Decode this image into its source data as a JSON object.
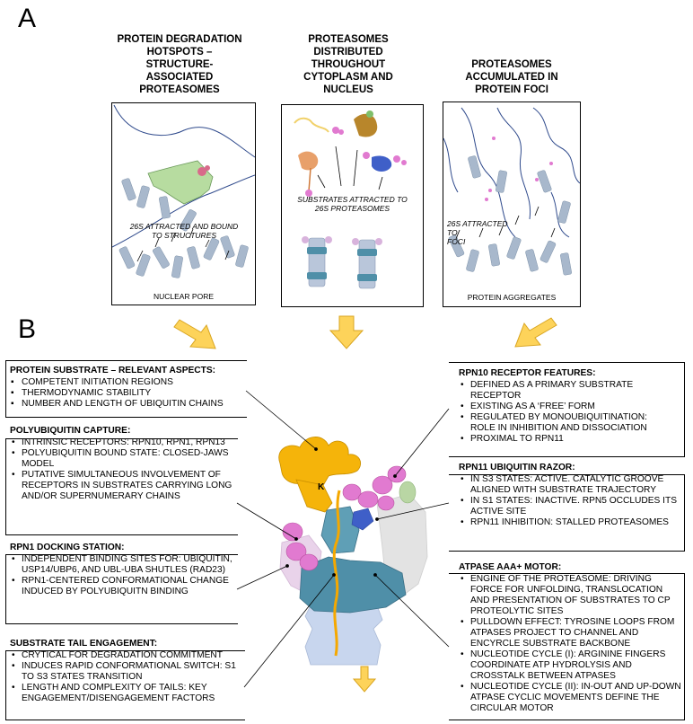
{
  "panel_a": {
    "letter": "A",
    "titles": {
      "left": [
        "PROTEIN DEGRADATION",
        "HOTSPOTS –",
        "STRUCTURE-",
        "ASSOCIATED",
        "PROTEASOMES"
      ],
      "middle": [
        "PROTEASOMES",
        "DISTRIBUTED",
        "THROUGHOUT",
        "CYTOPLASM AND",
        "NUCLEUS"
      ],
      "right": [
        "PROTEASOMES",
        "ACCUMULATED IN",
        "PROTEIN FOCI"
      ]
    },
    "box_left": {
      "caption_mid": [
        "26S ATTRACTED  AND BOUND",
        "TO STRUCTURES"
      ],
      "caption_bottom": "NUCLEAR PORE"
    },
    "box_middle": {
      "caption_mid": [
        "SUBSTRATES ATTRACTED TO",
        "26S PROTEASOMES"
      ]
    },
    "box_right": {
      "caption_mid": [
        "26S ATTRACTED TO",
        "FOCI"
      ],
      "caption_bottom": "PROTEIN AGGREGATES"
    }
  },
  "panel_b": {
    "letter": "B",
    "k_label": "K",
    "left_sections": [
      {
        "title": "PROTEIN SUBSTRATE – RELEVANT ASPECTS:",
        "items": [
          "COMPETENT INITIATION REGIONS",
          "THERMODYNAMIC STABILITY",
          "NUMBER AND LENGTH OF UBIQUITIN CHAINS"
        ]
      },
      {
        "title": "POLYUBIQUITIN CAPTURE:",
        "items": [
          "INTRINSIC RECEPTORS: RPN10, RPN1, RPN13",
          "POLYUBIQUITIN BOUND STATE: CLOSED-JAWS MODEL",
          "PUTATIVE SIMULTANEOUS INVOLVEMENT OF RECEPTORS IN SUBSTRATES CARRYING LONG AND/OR SUPERNUMERARY CHAINS"
        ]
      },
      {
        "title": "RPN1 DOCKING STATION:",
        "items": [
          "INDEPENDENT BINDING SITES FOR: UBIQUITIN, USP14/UBP6, AND UBL-UBA SHUTLES (RAD23)",
          "RPN1-CENTERED CONFORMATIONAL CHANGE  INDUCED BY POLYUBIQUITN BINDING"
        ]
      },
      {
        "title": "SUBSTRATE TAIL ENGAGEMENT:",
        "items": [
          "CRYTICAL FOR DEGRADATION COMMITMENT",
          "INDUCES RAPID CONFORMATIONAL SWITCH: S1 TO S3 STATES TRANSITION",
          "LENGTH AND COMPLEXITY OF TAILS:  KEY ENGAGEMENT/DISENGAGEMENT FACTORS"
        ]
      }
    ],
    "right_sections": [
      {
        "title": "RPN10 RECEPTOR FEATURES:",
        "items": [
          "DEFINED AS A PRIMARY SUBSTRATE RECEPTOR",
          "EXISTING AS A ‘FREE’ FORM",
          "REGULATED BY MONOUBIQUITINATION: ROLE IN INHIBITION AND DISSOCIATION",
          "PROXIMAL TO RPN11"
        ]
      },
      {
        "title": "RPN11 UBIQUITIN RAZOR:",
        "items": [
          "IN S3 STATES: ACTIVE. CATALYTIC GROOVE ALIGNED WITH SUBSTRATE TRAJECTORY",
          "IN S1 STATES: INACTIVE.  RPN5 OCCLUDES ITS ACTIVE SITE",
          "RPN11 INHIBITION: STALLED PROTEASOMES"
        ]
      },
      {
        "title": "ATPASE AAA+ MOTOR:",
        "items": [
          "ENGINE OF THE PROTEASOME: DRIVING FORCE FOR UNFOLDING, TRANSLOCATION AND PRESENTATION OF SUBSTRATES TO CP PROTEOLYTIC SITES",
          "PULLDOWN EFFECT: TYROSINE LOOPS FROM ATPASES PROJECT TO CHANNEL AND ENCYRCLE SUBSTRATE BACKBONE",
          "NUCLEOTIDE CYCLE (I): ARGININE FINGERS COORDINATE ATP HYDROLYSIS AND CROSSTALK BETWEEN ATPASES",
          "NUCLEOTIDE CYCLE (II): IN-OUT AND UP-DOWN ATPASE CYCLIC MOVEMENTS DEFINE THE CIRCULAR MOTOR"
        ]
      }
    ]
  },
  "colors": {
    "arrow_fill": "#fdd35a",
    "arrow_stroke": "#d9a521",
    "rp_orange": "#f5b40a",
    "ubiquitin_pink": "#e17ad0",
    "atpase_teal": "#4f8fa8",
    "cp_blue": "#c8d6ee",
    "rpn10_green": "#b9d6a4",
    "rpn11_blue": "#3f5fc8",
    "rpn1_lilac": "#e9d3ea",
    "nucleus_line": "#2f4a8c",
    "pore_green": "#b7dca0"
  }
}
